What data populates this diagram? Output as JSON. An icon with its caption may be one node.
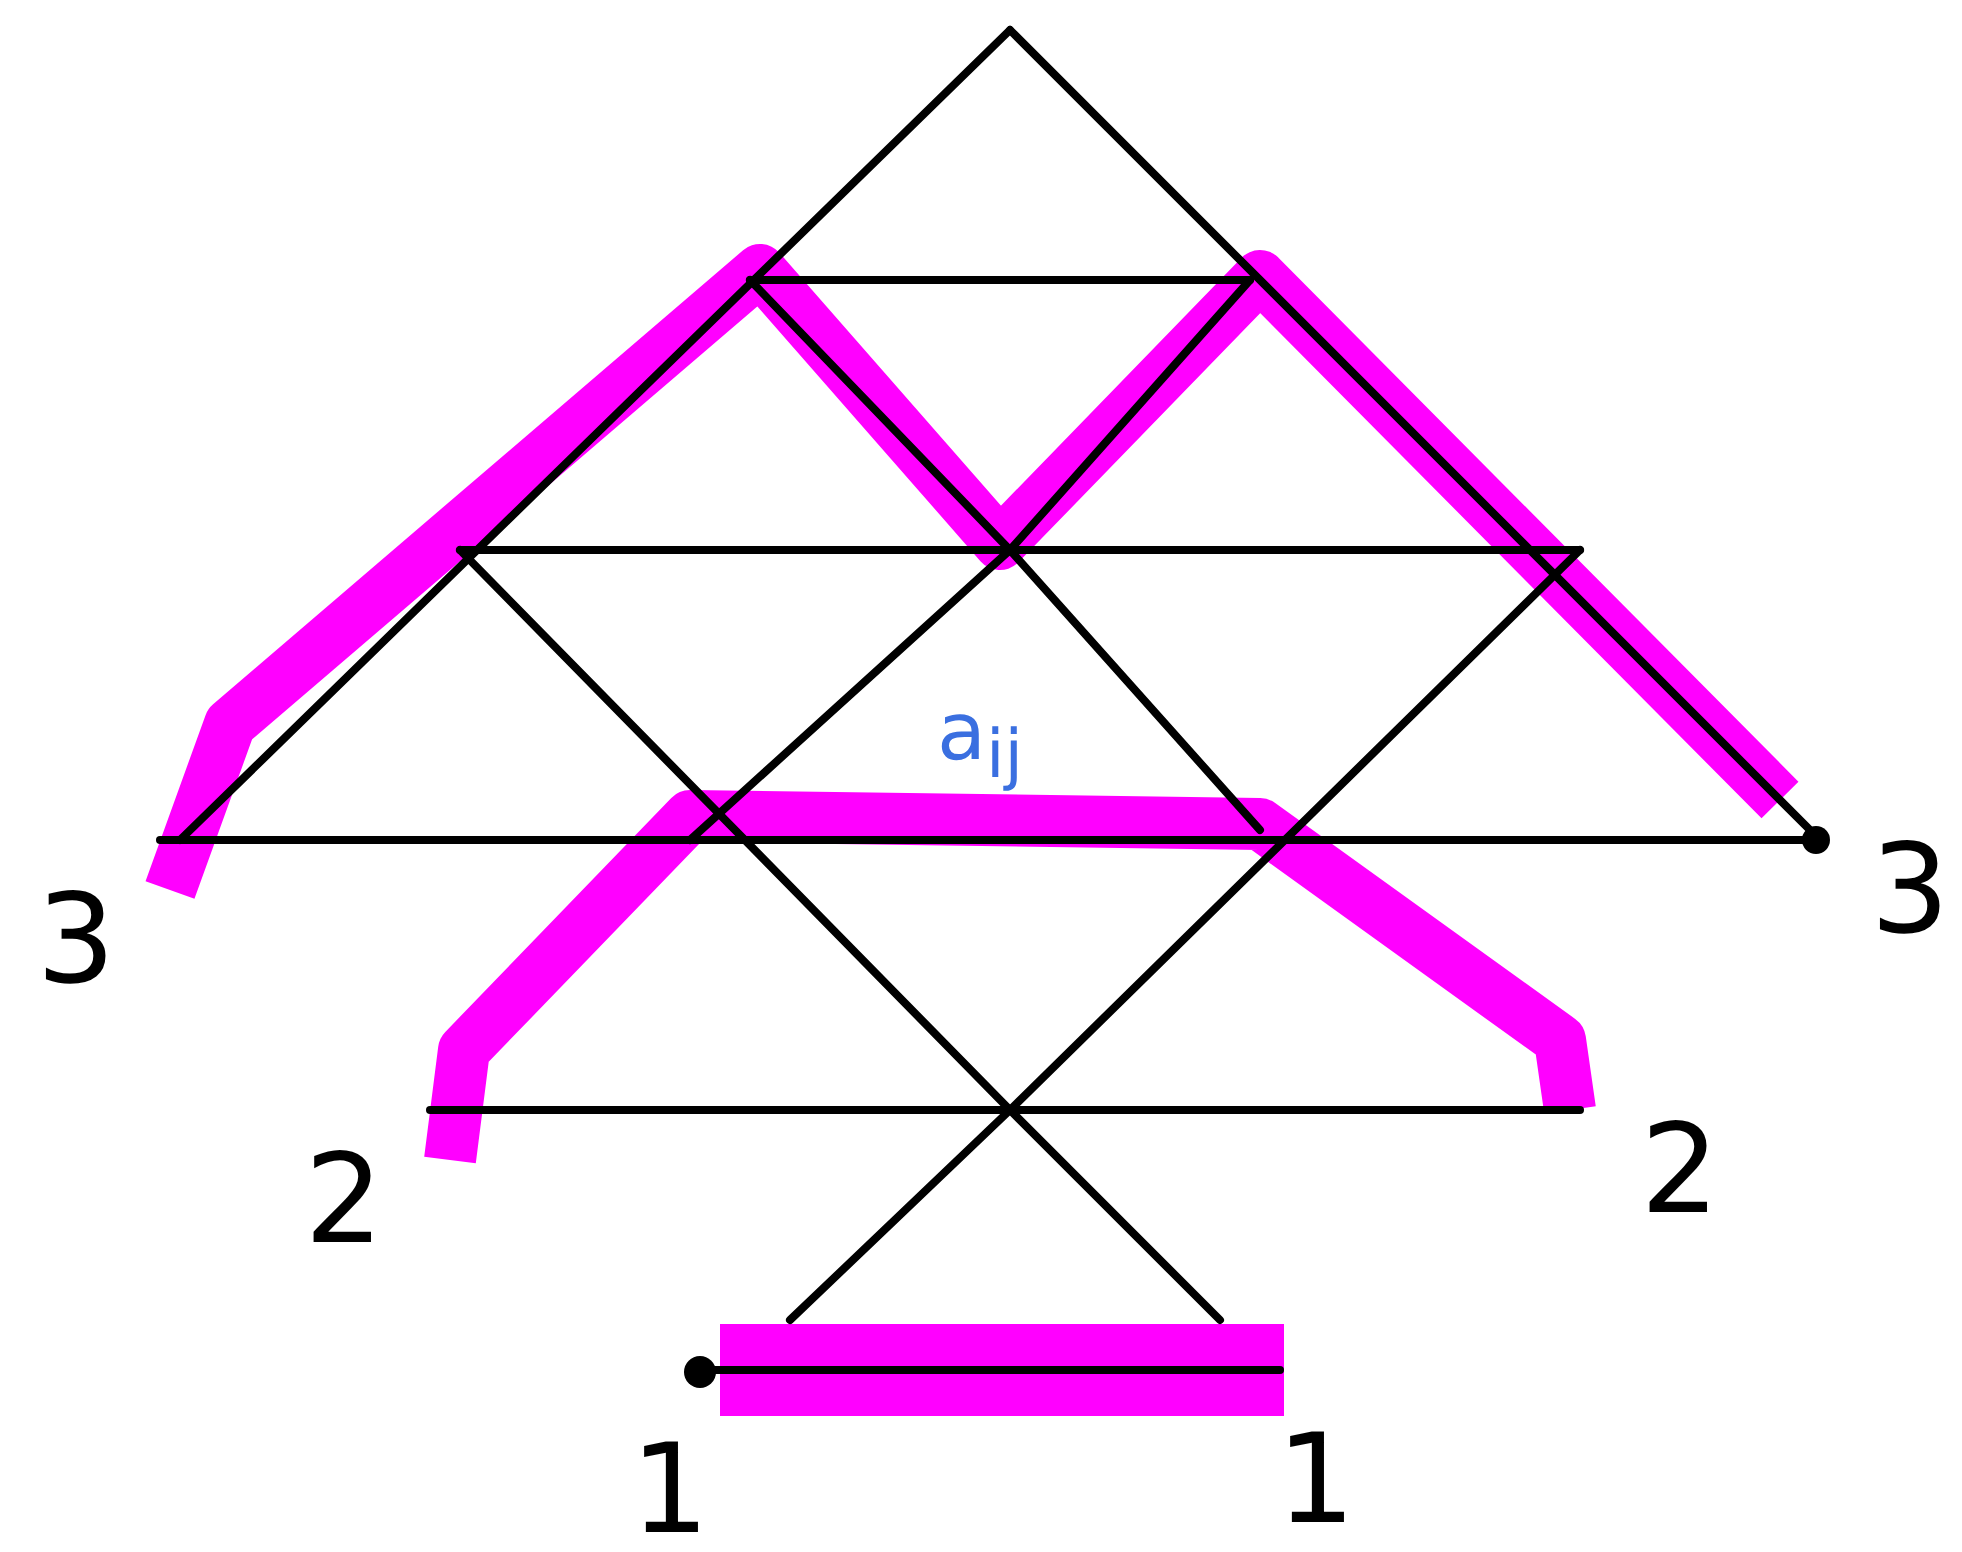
{
  "diagram": {
    "labels": [
      "a$_{ij}$",
      "3",
      "3",
      "2",
      "2",
      "1",
      "1"
    ]
  }
}
